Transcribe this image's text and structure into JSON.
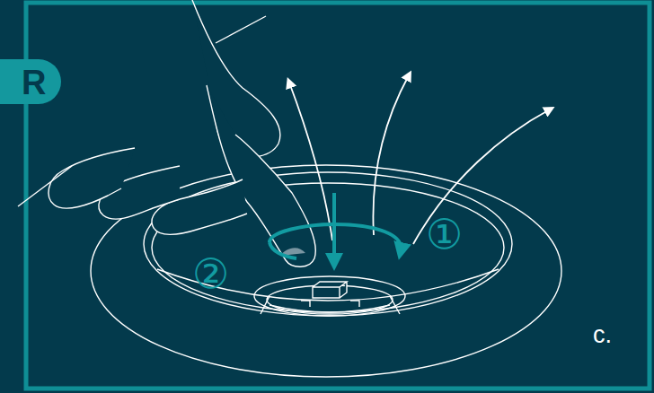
{
  "diagram": {
    "labels": [
      "R",
      "①",
      "②",
      "c."
    ]
  }
}
